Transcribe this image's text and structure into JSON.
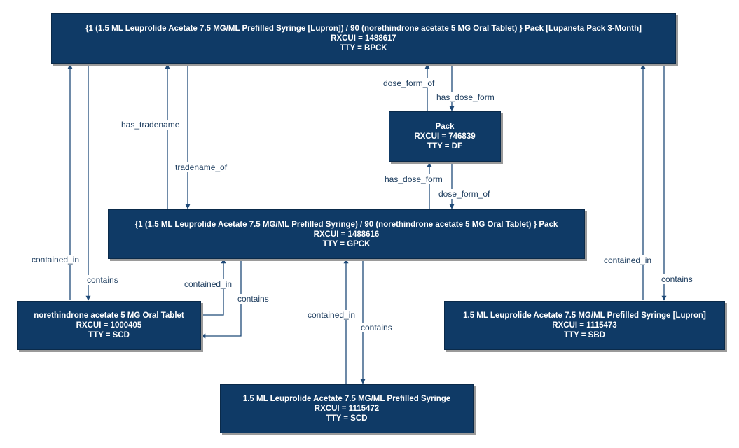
{
  "nodes": {
    "bpck": {
      "name": "{1 (1.5 ML Leuprolide Acetate 7.5 MG/ML Prefilled Syringe [Lupron]) / 90 (norethindrone acetate 5 MG Oral Tablet) } Pack [Lupaneta Pack 3-Month]",
      "rxcui": "RXCUI = 1488617",
      "tty": "TTY = BPCK"
    },
    "df": {
      "name": "Pack",
      "rxcui": "RXCUI = 746839",
      "tty": "TTY = DF"
    },
    "gpck": {
      "name": "{1 (1.5 ML Leuprolide Acetate 7.5 MG/ML Prefilled Syringe) / 90 (norethindrone acetate 5 MG Oral Tablet) } Pack",
      "rxcui": "RXCUI = 1488616",
      "tty": "TTY = GPCK"
    },
    "scd_tablet": {
      "name": "norethindrone acetate 5 MG Oral Tablet",
      "rxcui": "RXCUI = 1000405",
      "tty": "TTY = SCD"
    },
    "sbd": {
      "name": "1.5 ML Leuprolide Acetate 7.5 MG/ML Prefilled Syringe [Lupron]",
      "rxcui": "RXCUI = 1115473",
      "tty": "TTY = SBD"
    },
    "scd_syringe": {
      "name": "1.5 ML Leuprolide Acetate 7.5 MG/ML Prefilled Syringe",
      "rxcui": "RXCUI = 1115472",
      "tty": "TTY = SCD"
    }
  },
  "edges": {
    "dose_form_of_top": "dose_form_of",
    "has_dose_form_top": "has_dose_form",
    "has_tradename": "has_tradename",
    "tradename_of": "tradename_of",
    "has_dose_form_mid": "has_dose_form",
    "dose_form_of_mid": "dose_form_of",
    "contained_in_left": "contained_in",
    "contains_left": "contains",
    "contained_in_tablet": "contained_in",
    "contains_tablet": "contains",
    "contained_in_syringe": "contained_in",
    "contains_syringe": "contains",
    "contained_in_right": "contained_in",
    "contains_right": "contains"
  },
  "colors": {
    "node_fill": "#0f3a66",
    "edge": "#1f4a78",
    "label_text": "#1a3a5c"
  }
}
